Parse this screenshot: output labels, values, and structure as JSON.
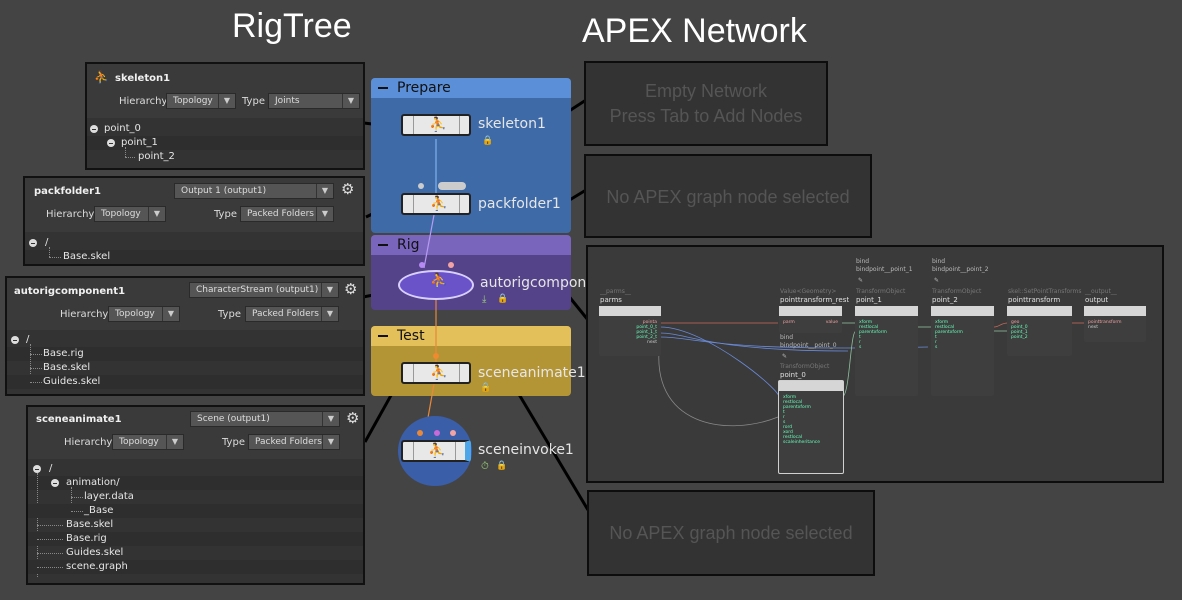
{
  "headings": {
    "left": "RigTree",
    "right": "APEX Network"
  },
  "panels": {
    "skeleton": {
      "title": "skeleton1",
      "hierarchy_label": "Hierarchy",
      "hierarchy_value": "Topology",
      "type_label": "Type",
      "type_value": "Joints",
      "tree": [
        "point_0",
        "point_1",
        "point_2"
      ]
    },
    "packfolder": {
      "title": "packfolder1",
      "output_value": "Output 1 (output1)",
      "hierarchy_label": "Hierarchy",
      "hierarchy_value": "Topology",
      "type_label": "Type",
      "type_value": "Packed Folders",
      "tree": [
        "/",
        "Base.skel"
      ]
    },
    "autorig": {
      "title": "autorigcomponent1",
      "output_value": "CharacterStream (output1)",
      "hierarchy_label": "Hierarchy",
      "hierarchy_value": "Topology",
      "type_label": "Type",
      "type_value": "Packed Folders",
      "tree": [
        "/",
        "Base.rig",
        "Base.skel",
        "Guides.skel"
      ]
    },
    "sceneanimate": {
      "title": "sceneanimate1",
      "output_value": "Scene (output1)",
      "hierarchy_label": "Hierarchy",
      "hierarchy_value": "Topology",
      "type_label": "Type",
      "type_value": "Packed Folders",
      "tree": [
        "/",
        "animation/",
        "layer.data",
        "_Base",
        "Base.skel",
        "Base.rig",
        "Guides.skel",
        "scene.graph"
      ]
    }
  },
  "network": {
    "boxes": {
      "prepare": "Prepare",
      "rig": "Rig",
      "test": "Test"
    },
    "nodes": {
      "skeleton": "skeleton1",
      "packfolder": "packfolder1",
      "autorig": "autorigcomponent1",
      "sceneanimate": "sceneanimate1",
      "sceneinvoke": "sceneinvoke1"
    },
    "colors": {
      "prepare": "#3f72b4",
      "rig": "#5b4796",
      "test": "#c9a43c"
    }
  },
  "apex": {
    "empty_line1": "Empty Network",
    "empty_line2": "Press Tab to Add Nodes",
    "no_selection_1": "No APEX graph node selected",
    "no_selection_2": "No APEX graph node selected",
    "graph": {
      "parms": {
        "sub": "__parms__",
        "name": "parms",
        "ports": [
          "pointa",
          "point_0_t",
          "point_1_t",
          "point_2_t",
          "next"
        ]
      },
      "pointtransform_rest": {
        "sub": "Value<Geometry>",
        "name": "pointtransform_rest",
        "ports": [
          "parm",
          "value"
        ]
      },
      "point_1": {
        "tag": "bind",
        "tag2": "bindpoint__point_1",
        "sub": "TransformObject",
        "name": "point_1",
        "ports": [
          "xform",
          "restlocal",
          "parentxform",
          "t",
          "r",
          "s"
        ]
      },
      "point_2": {
        "tag": "bind",
        "tag2": "bindpoint__point_2",
        "sub": "TransformObject",
        "name": "point_2",
        "ports": [
          "xform",
          "restlocal",
          "parentxform",
          "t",
          "r",
          "s"
        ]
      },
      "pointtransform": {
        "sub": "skel::SetPointTransforms",
        "name": "pointtransform",
        "ports": [
          "geo",
          "point_0",
          "point_1",
          "point_2"
        ]
      },
      "output": {
        "sub": "__output__",
        "name": "output",
        "ports": [
          "pointtransform",
          "next"
        ]
      },
      "point_0": {
        "tag": "bind",
        "tag2": "bindpoint__point_0",
        "sub": "TransformObject",
        "name": "point_0",
        "ports": [
          "xform",
          "restlocal",
          "parentxform",
          "t",
          "r",
          "s",
          "rord",
          "xord",
          "restlocal",
          "scaleinheritance"
        ]
      }
    }
  }
}
